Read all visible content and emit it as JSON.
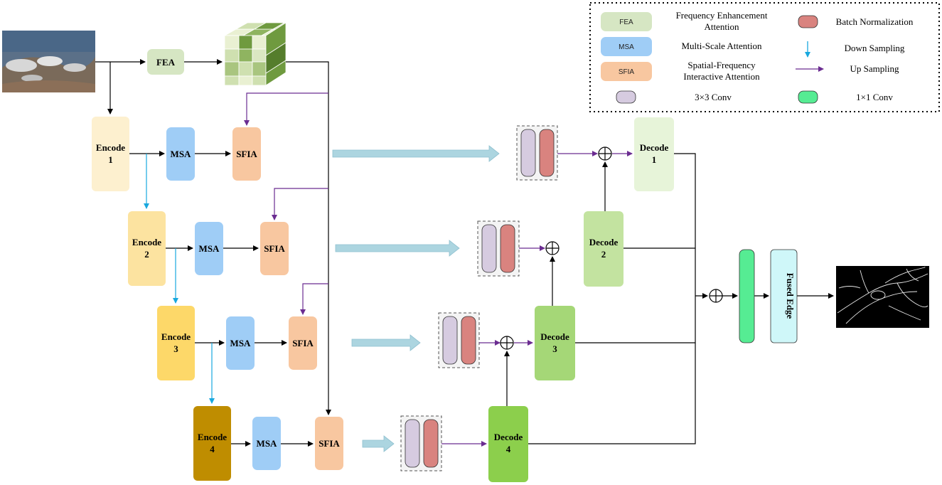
{
  "colors": {
    "fea": "#d6e6c3",
    "msa": "#9fcdf6",
    "sfia": "#f8c7a0",
    "conv3": "#d6cbe0",
    "bn": "#d9837f",
    "conv1": "#56ec93",
    "fused": "#cff7f9",
    "encode": [
      "#fdf0cf",
      "#fce3a0",
      "#fdd869",
      "#bf8d00"
    ],
    "decode": [
      "#e7f4d9",
      "#c3e3a0",
      "#a5d777",
      "#8ccf4c"
    ],
    "down_arrow": "#18a8de",
    "up_arrow": "#6b2c91",
    "skip_arrow": "#acd5e0"
  },
  "blocks": {
    "fea": "FEA",
    "encoders": [
      {
        "word": "Encode",
        "num": "1"
      },
      {
        "word": "Encode",
        "num": "2"
      },
      {
        "word": "Encode",
        "num": "3"
      },
      {
        "word": "Encode",
        "num": "4"
      }
    ],
    "msa": [
      "MSA",
      "MSA",
      "MSA",
      "MSA"
    ],
    "sfia": [
      "SFIA",
      "SFIA",
      "SFIA",
      "SFIA"
    ],
    "decoders": [
      {
        "word": "Decode",
        "num": "1"
      },
      {
        "word": "Decode",
        "num": "2"
      },
      {
        "word": "Decode",
        "num": "3"
      },
      {
        "word": "Decode",
        "num": "4"
      }
    ],
    "fused": "Fused Edge"
  },
  "legend": {
    "fea_swatch": "FEA",
    "fea_label_1": "Frequency Enhancement",
    "fea_label_2": "Attention",
    "msa_swatch": "MSA",
    "msa_label": "Multi-Scale Attention",
    "sfia_swatch": "SFIA",
    "sfia_label_1": "Spatial-Frequency",
    "sfia_label_2": "Interactive Attention",
    "conv3_label": "3×3 Conv",
    "bn_label": "Batch Normalization",
    "down_label": "Down Sampling",
    "up_label": "Up Sampling",
    "conv1_label": "1×1 Conv"
  }
}
